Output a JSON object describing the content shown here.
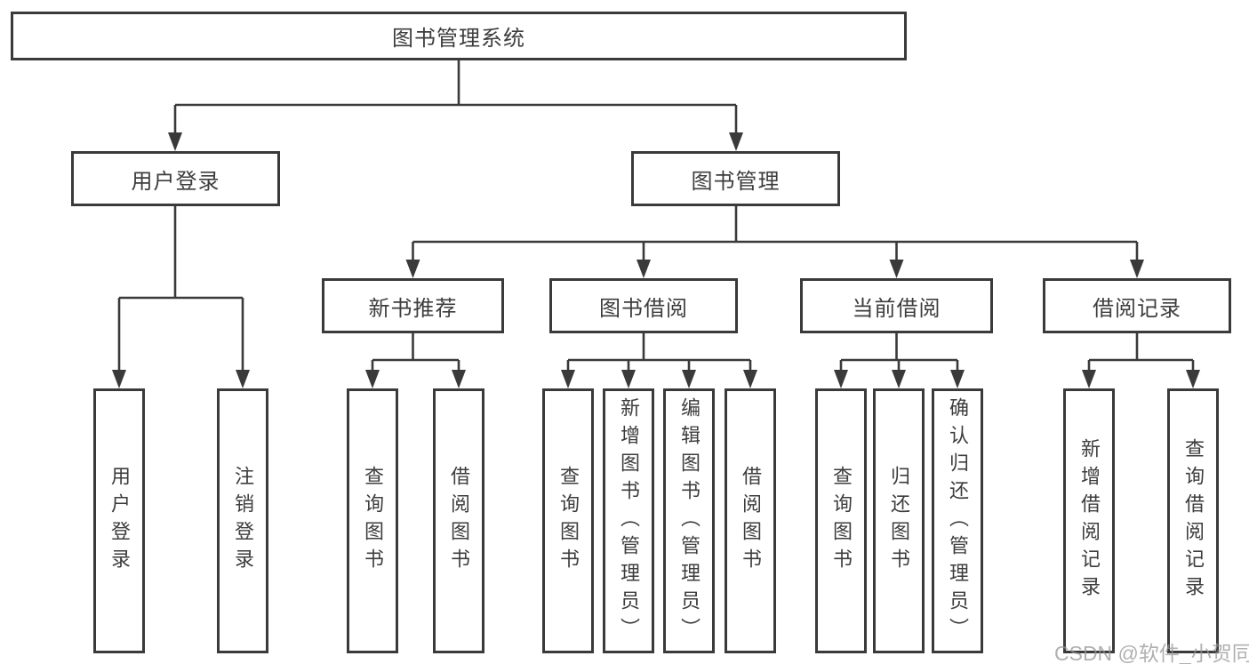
{
  "diagram": {
    "title": "图书管理系统",
    "level2": [
      {
        "label": "用户登录"
      },
      {
        "label": "图书管理"
      }
    ],
    "level3": [
      {
        "label": "新书推荐"
      },
      {
        "label": "图书借阅"
      },
      {
        "label": "当前借阅"
      },
      {
        "label": "借阅记录"
      }
    ],
    "leaves": [
      {
        "label": "用户登录"
      },
      {
        "label": "注销登录"
      },
      {
        "label": "查询图书"
      },
      {
        "label": "借阅图书"
      },
      {
        "label": "查询图书"
      },
      {
        "label": "新增图书（管理员）"
      },
      {
        "label": "编辑图书（管理员）"
      },
      {
        "label": "借阅图书"
      },
      {
        "label": "查询图书"
      },
      {
        "label": "归还图书"
      },
      {
        "label": "确认归还（管理员）"
      },
      {
        "label": "新增借阅记录"
      },
      {
        "label": "查询借阅记录"
      }
    ]
  },
  "watermark": "CSDN @软件_小贺同学",
  "colors": {
    "line": "#3a3a3a",
    "box_border": "#3a3a3a",
    "box_fill": "#ffffff",
    "text": "#3d3d3d",
    "watermark": "#999999",
    "background": "#ffffff"
  }
}
